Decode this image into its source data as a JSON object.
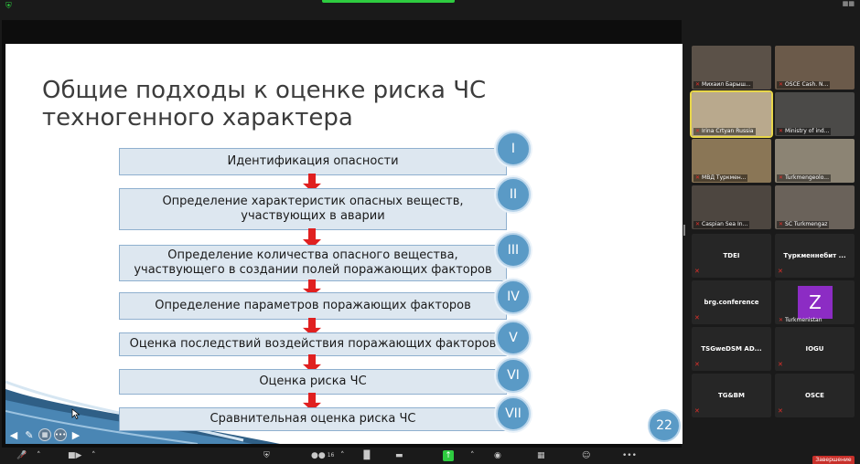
{
  "slide": {
    "title": "Общие подходы к оценке риска ЧС техногенного характера",
    "steps": [
      {
        "text": "Идентификация опасности",
        "badge": "I"
      },
      {
        "text": "Определение характеристик опасных веществ, участвующих в аварии",
        "badge": "II"
      },
      {
        "text": "Определение количества опасного вещества, участвующего в создании полей поражающих факторов",
        "badge": "III"
      },
      {
        "text": "Определение параметров поражающих факторов",
        "badge": "IV"
      },
      {
        "text": "Оценка последствий воздействия поражающих факторов",
        "badge": "V"
      },
      {
        "text": "Оценка риска ЧС",
        "badge": "VI"
      },
      {
        "text": "Сравнительная оценка риска ЧС",
        "badge": "VII"
      }
    ],
    "page_number": "22",
    "colors": {
      "box_fill": "#dde7f0",
      "box_border": "#8fb0cf",
      "arrow": "#e02020",
      "badge": "#5a9ac6"
    }
  },
  "gallery": {
    "video_tiles": [
      {
        "name": "Михаил Барыш..."
      },
      {
        "name": "OSCE Cash. N..."
      },
      {
        "name": "Irina Crtyan Russia"
      },
      {
        "name": "Ministry of ind..."
      },
      {
        "name": "МВД Туркмен..."
      },
      {
        "name": "Turkmengeolo..."
      },
      {
        "name": "Caspian Sea In..."
      },
      {
        "name": "SC Turkmengaz"
      }
    ],
    "name_tiles": [
      {
        "name": "TDEI"
      },
      {
        "name": "Туркменнебит ..."
      },
      {
        "name": "brg.conference"
      },
      {
        "name": "Turkmenistan"
      },
      {
        "name": "TSGweDSM AD..."
      },
      {
        "name": "IOGU"
      },
      {
        "name": "TG&BM"
      },
      {
        "name": "OSCE"
      }
    ],
    "avatar_letter": "Z",
    "avatar_color": "#8c2cc4"
  },
  "toolbar": {
    "participants_count": "16",
    "end_label": "Завершение"
  }
}
